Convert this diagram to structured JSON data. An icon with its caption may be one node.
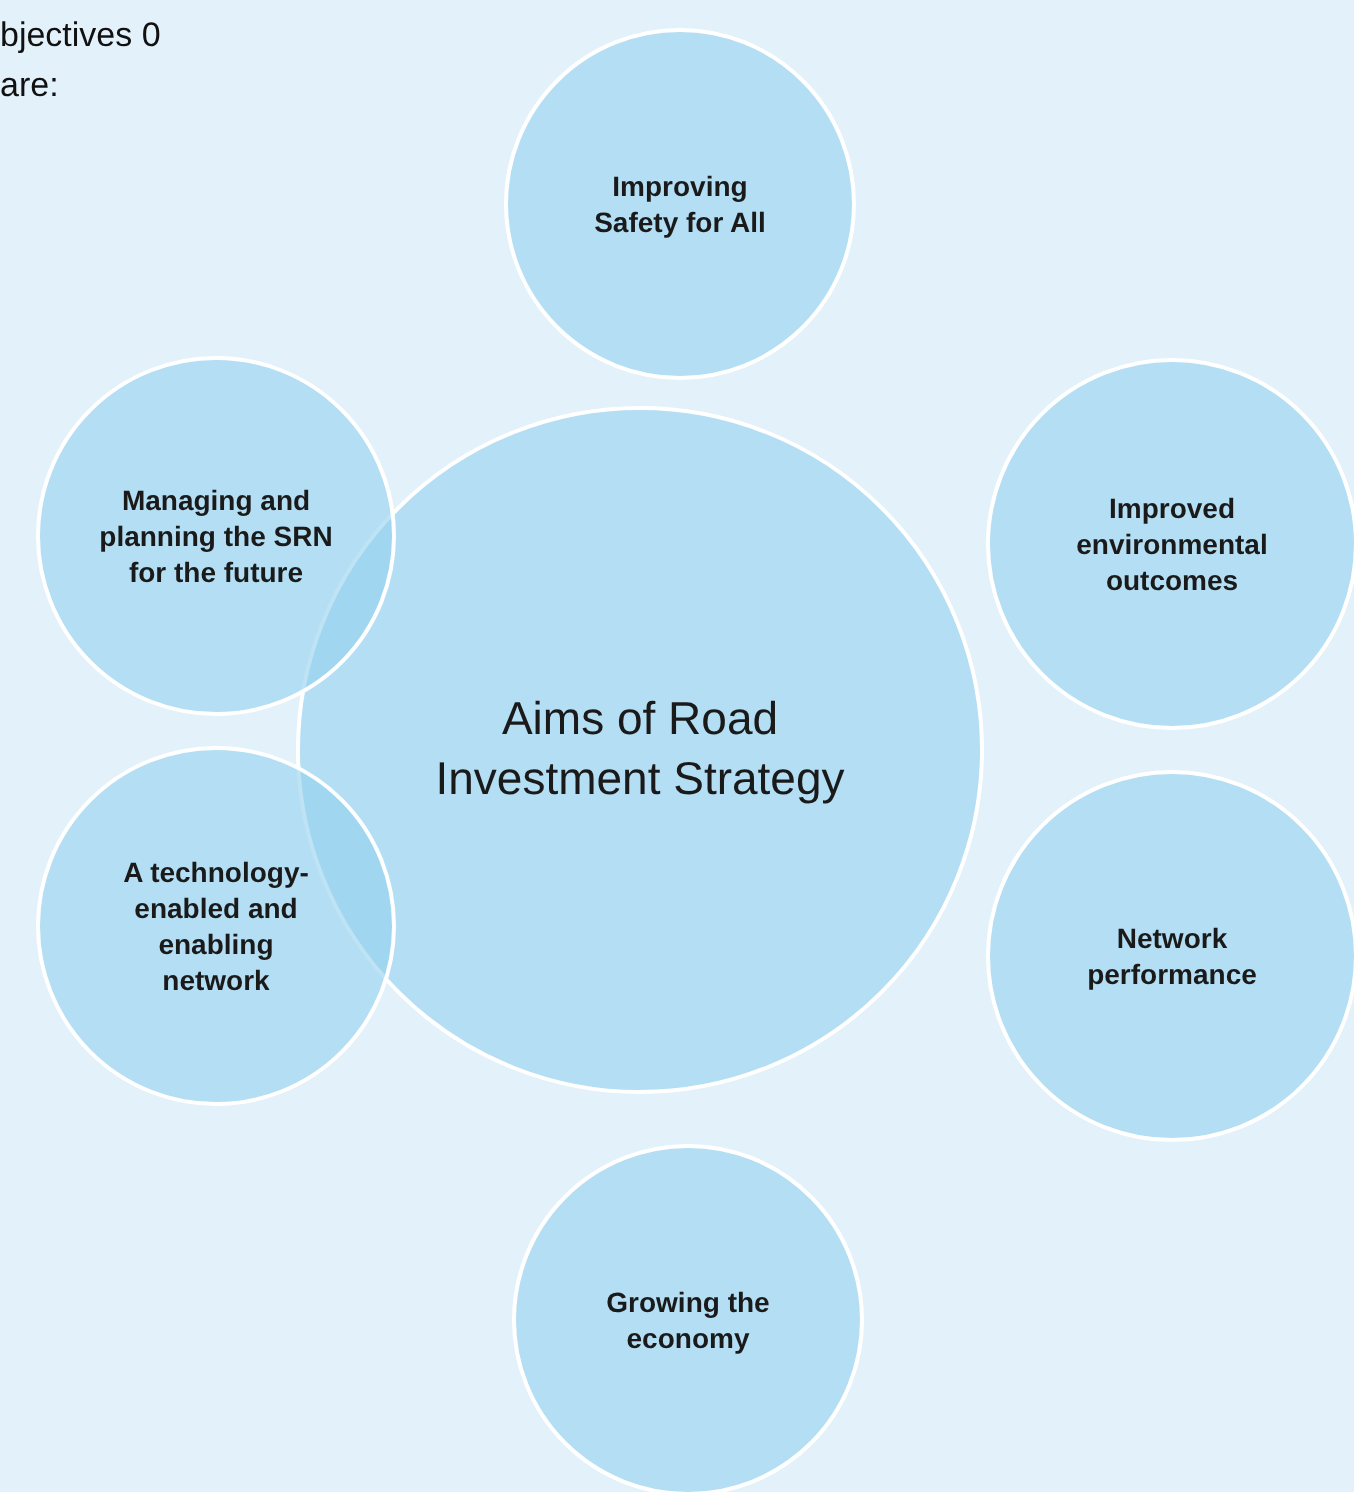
{
  "diagram": {
    "nodes": [
      {
        "text": [
          "Aims of Road Investment Strategy"
        ]
      },
      {
        "text": [
          "Improving Safety for All"
        ]
      },
      {
        "text": [
          "Improved environmental outcomes"
        ]
      },
      {
        "text": [
          "Network performance"
        ]
      },
      {
        "text": [
          "Growing the economy"
        ]
      },
      {
        "text": [
          "A technology-enabled and enabling network"
        ]
      },
      {
        "text": [
          "Managing and planning the SRN for the future"
        ]
      }
    ],
    "edges": [],
    "labels": [
      "bjectives 0 are:"
    ]
  }
}
